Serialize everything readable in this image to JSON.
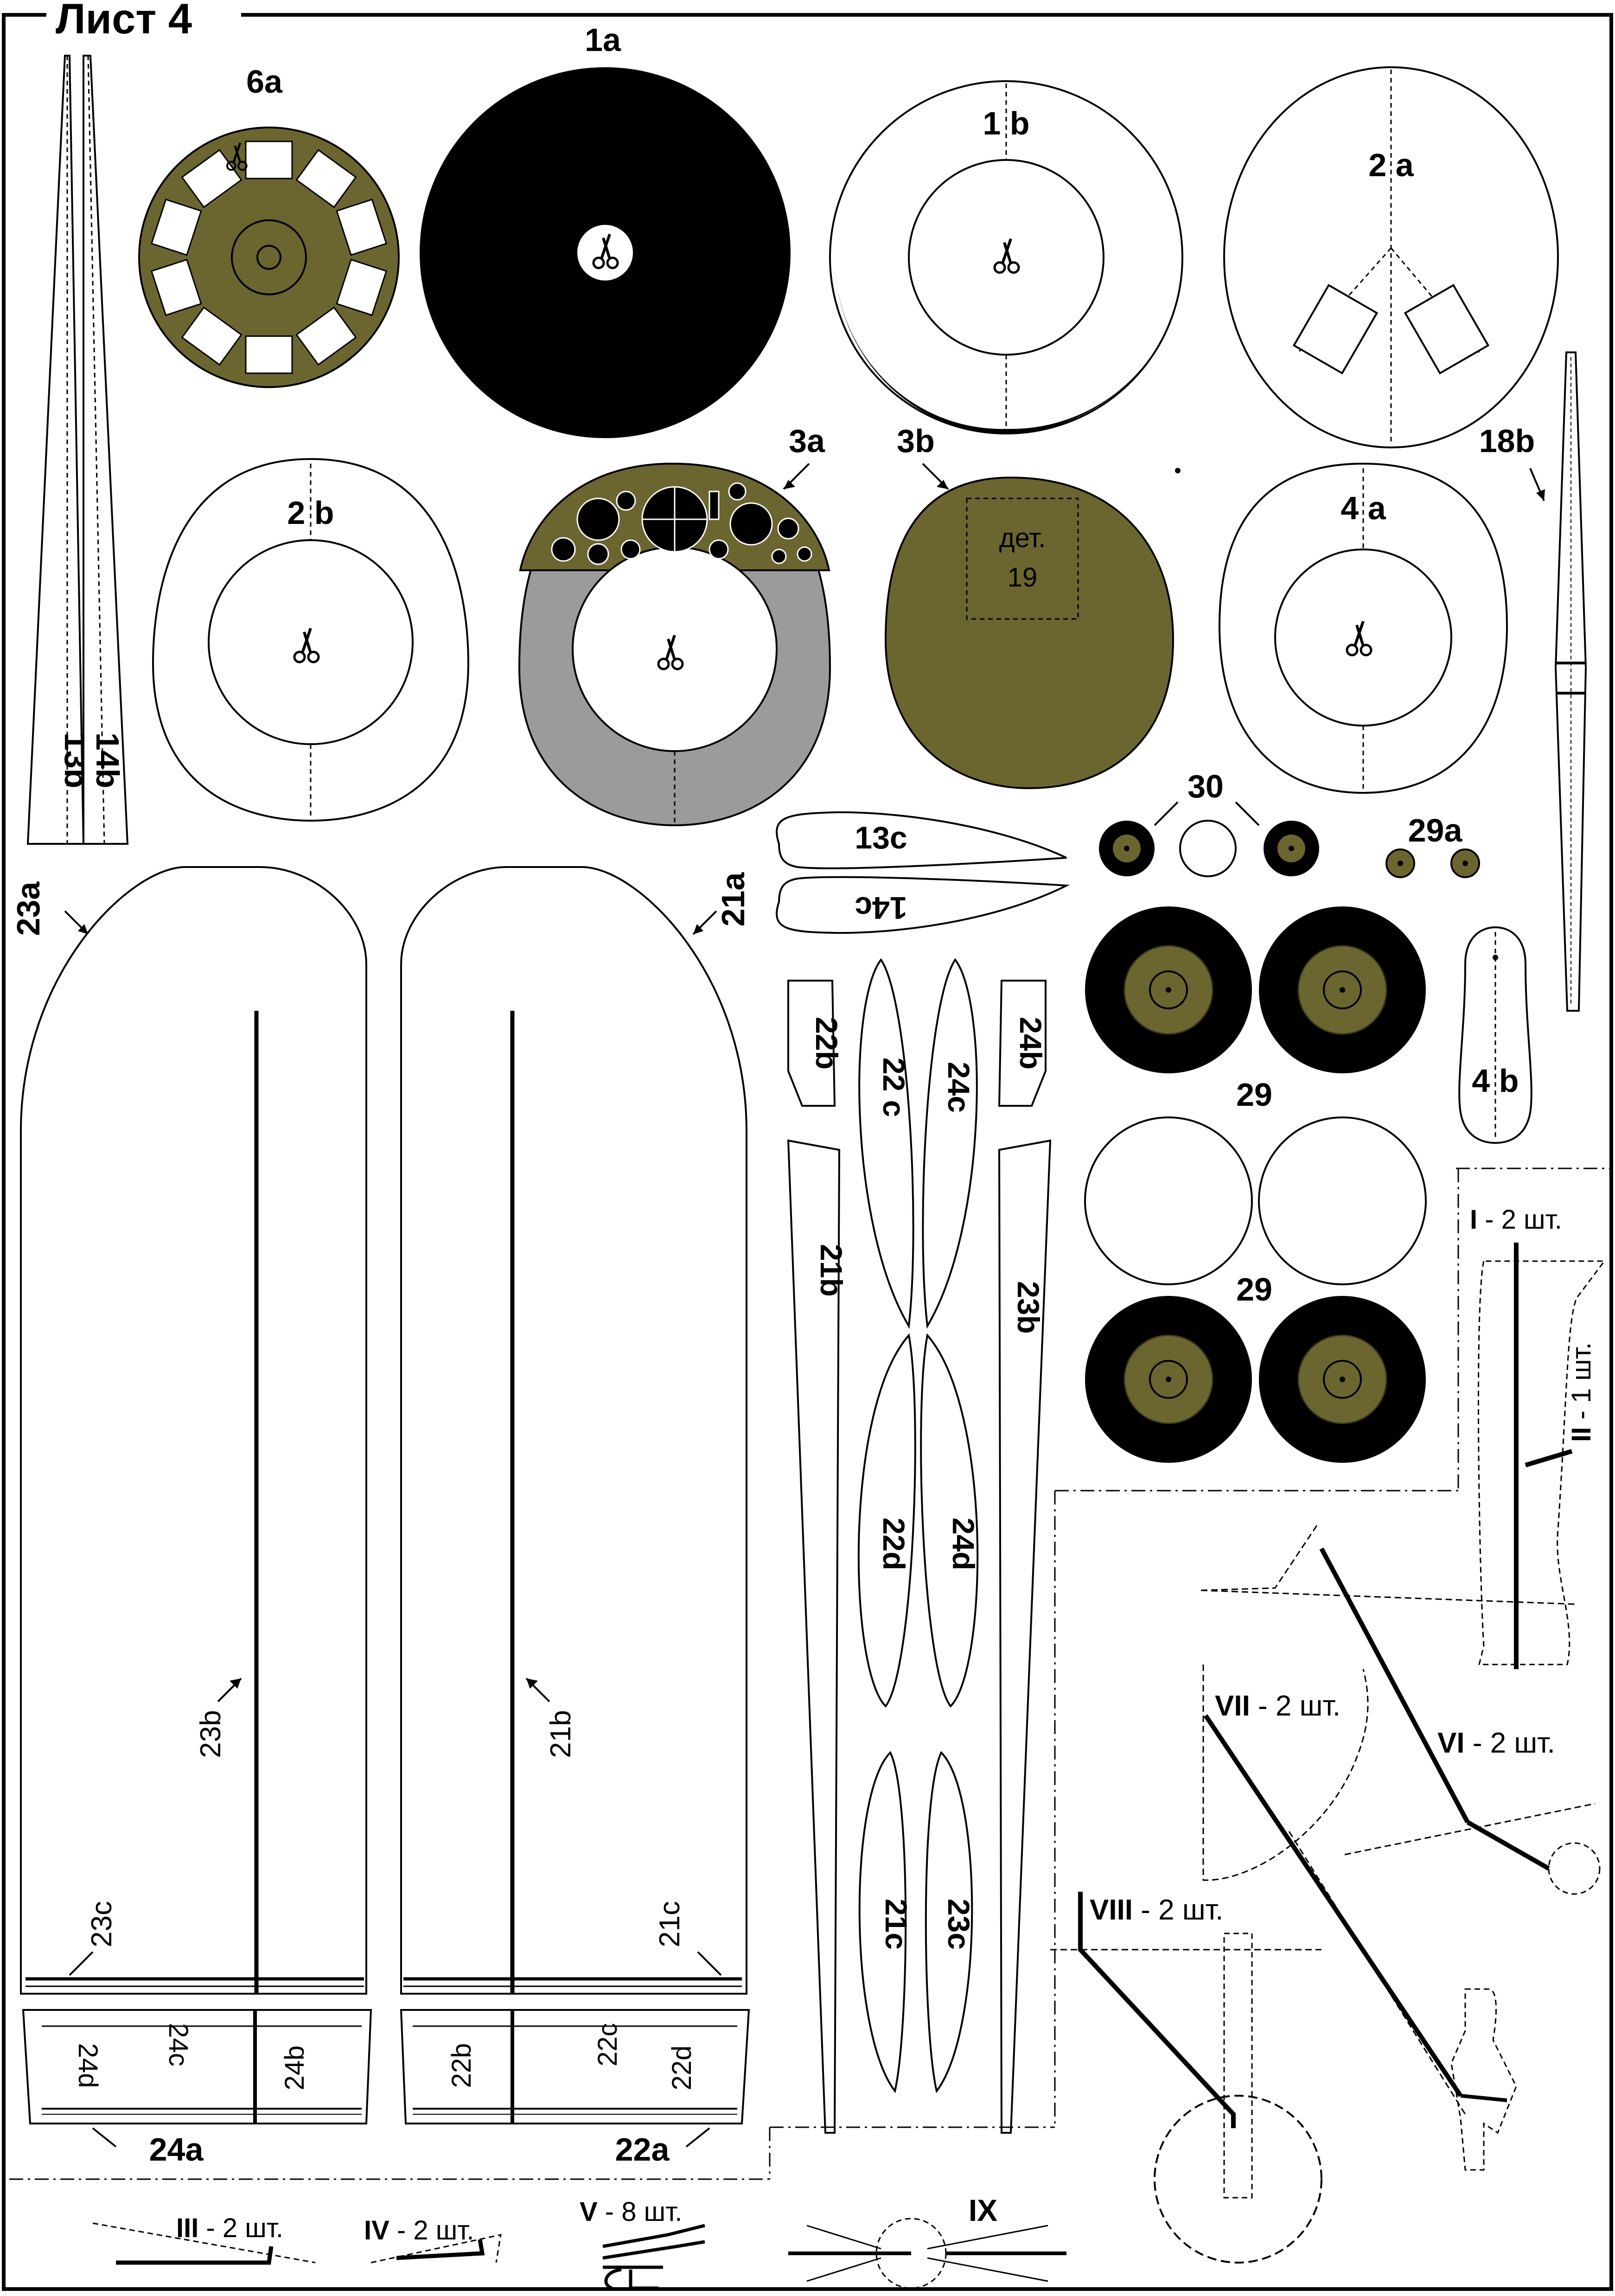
{
  "sheet": {
    "title": "Лист 4"
  },
  "colors": {
    "olive": "#6b6630",
    "olive_light": "#7a7435",
    "grey": "#9b9b9b",
    "black": "#000000",
    "paper": "#ffffff"
  },
  "parts": {
    "p6a": "6a",
    "p1a": "1a",
    "p1b": "1 b",
    "p2a": "2 a",
    "p2b": "2 b",
    "p3a": "3a",
    "p3b": "3b",
    "p3b_inner": [
      "дет.",
      "19"
    ],
    "p4a": "4 a",
    "p4b": "4 b",
    "p18b": "18b",
    "p13b": "13b",
    "p14b": "14b",
    "p13c": "13c",
    "p14c": "14c",
    "p30": "30",
    "p29a": "29a",
    "p29_mid": "29",
    "p29_low": "29",
    "p23a": "23a",
    "p21a": "21a",
    "p22b": "22b",
    "p22c": "22 c",
    "p24c": "24c",
    "p24b": "24b",
    "p21b": "21b",
    "p23b": "23b",
    "p22d": "22d",
    "p24d": "24d",
    "p21c": "21c",
    "p23c": "23c",
    "ann_23b": "23b",
    "ann_21b": "21b",
    "ann_23c": "23c",
    "ann_21c": "21c",
    "strip_24d": "24d",
    "strip_24c": "24c",
    "strip_24b": "24b",
    "strip_22b": "22b",
    "strip_22c": "22c",
    "strip_22d": "22d",
    "p24a": "24a",
    "p22a": "22a"
  },
  "wire_parts": {
    "I": {
      "num": "I",
      "qty": " - 2 шт."
    },
    "II": {
      "num": "II",
      "qty": " - 1 шт."
    },
    "III": {
      "num": "III",
      "qty": " - 2 шт."
    },
    "IV": {
      "num": "IV",
      "qty": " - 2 шт."
    },
    "V": {
      "num": "V",
      "qty": " - 8 шт."
    },
    "VI": {
      "num": "VI",
      "qty": " - 2 шт."
    },
    "VII": {
      "num": "VII",
      "qty": " - 2 шт."
    },
    "VIII": {
      "num": "VIII",
      "qty": " - 2 шт."
    },
    "IX": {
      "num": "IX",
      "qty": ""
    }
  }
}
